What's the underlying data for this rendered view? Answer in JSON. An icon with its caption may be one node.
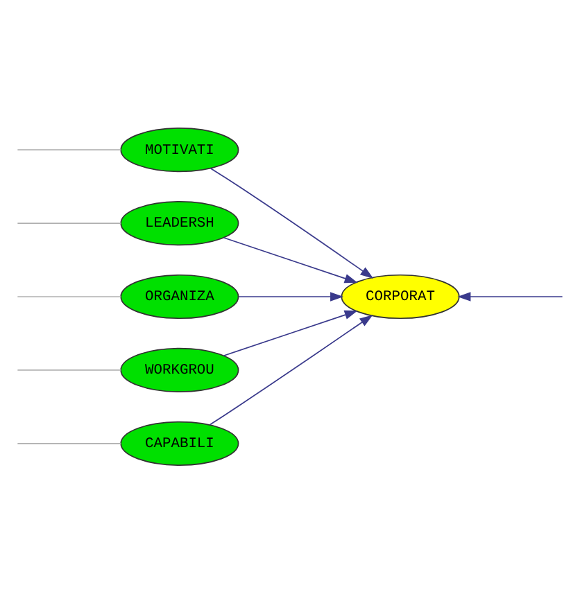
{
  "diagram": {
    "nodes": [
      {
        "text": [
          "CAPABILI"
        ]
      },
      {
        "text": [
          "MOTIVATI"
        ]
      },
      {
        "text": [
          "LEADERSH"
        ]
      },
      {
        "text": [
          "ORGANIZA"
        ]
      },
      {
        "text": [
          "WORKGROU"
        ]
      },
      {
        "text": [
          "CORPORAT"
        ]
      }
    ],
    "edges": [
      {
        "from": null,
        "to": 0,
        "arrow": "none",
        "color": "#b0b0b0"
      },
      {
        "from": null,
        "to": 1,
        "arrow": "none",
        "color": "#b0b0b0"
      },
      {
        "from": null,
        "to": 2,
        "arrow": "none",
        "color": "#b0b0b0"
      },
      {
        "from": null,
        "to": 3,
        "arrow": "none",
        "color": "#b0b0b0"
      },
      {
        "from": null,
        "to": 4,
        "arrow": "none",
        "color": "#b0b0b0"
      },
      {
        "from": 0,
        "to": 5,
        "arrow": "to"
      },
      {
        "from": 1,
        "to": 5,
        "arrow": "to"
      },
      {
        "from": 2,
        "to": 5,
        "arrow": "to"
      },
      {
        "from": 3,
        "to": 5,
        "arrow": "to"
      },
      {
        "from": 4,
        "to": 5,
        "arrow": "to"
      },
      {
        "from": null,
        "to": 5,
        "arrow": "to"
      }
    ]
  }
}
